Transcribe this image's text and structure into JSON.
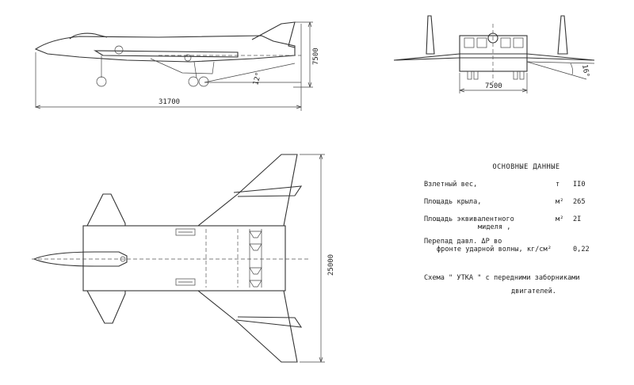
{
  "dimensions": {
    "side_length": "31700",
    "side_height": "7500",
    "side_angle": "12°",
    "front_width": "7500",
    "front_angle": "16°",
    "plan_length": "25000"
  },
  "specs": {
    "title": "ОСНОВНЫЕ ДАННЫЕ",
    "rows": [
      {
        "name": "Взлетный вес,",
        "name2": "",
        "unit": "т",
        "value": "II0"
      },
      {
        "name": "Площадь крыла,",
        "name2": "",
        "unit": "м²",
        "value": "265"
      },
      {
        "name": "Площадь эквивалентного",
        "name2": "миделя ,",
        "unit": "м²",
        "value": "2I"
      },
      {
        "name": "Перепад давл. ΔP  во",
        "name2": "фронте ударной волны, кг/см²",
        "unit": "",
        "value": "0,22"
      }
    ],
    "note_line1": "Схема \" УТКА \" с передними заборниками",
    "note_line2": "двигателей."
  }
}
